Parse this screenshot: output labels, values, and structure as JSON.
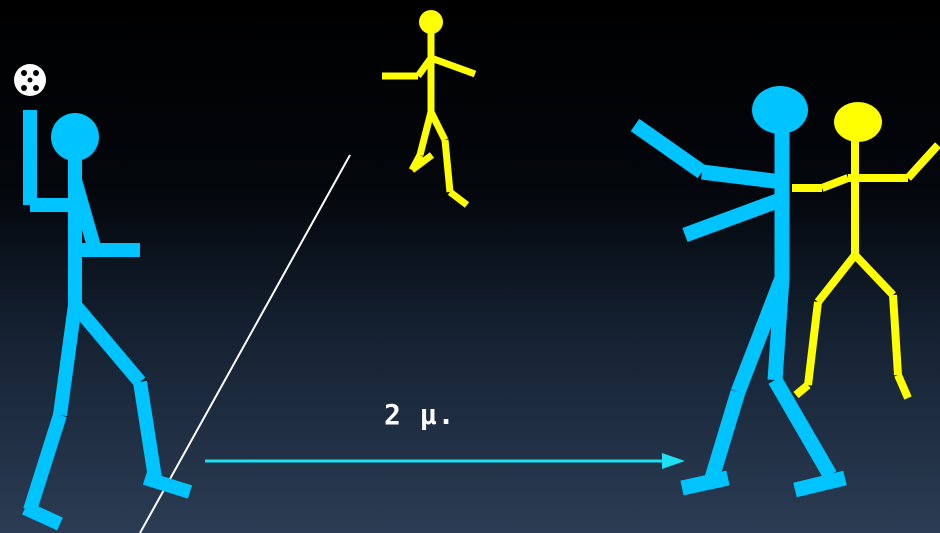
{
  "slide": {
    "distance_label": "2 μ."
  },
  "colors": {
    "background_top": "#000000",
    "background_bottom": "#2b3c54",
    "blue_figure": "#00c4ff",
    "yellow_figure": "#ffff00",
    "arrow": "#1fe0f0",
    "ball": "#ffffff",
    "boundary_line": "#ffffff"
  },
  "figures": [
    {
      "name": "left-player",
      "color": "blue"
    },
    {
      "name": "jumping-player",
      "color": "yellow"
    },
    {
      "name": "right-player-front",
      "color": "blue"
    },
    {
      "name": "right-player-back",
      "color": "yellow"
    }
  ],
  "icons": {
    "ball": "volleyball-icon",
    "arrow": "right-arrow-icon"
  }
}
